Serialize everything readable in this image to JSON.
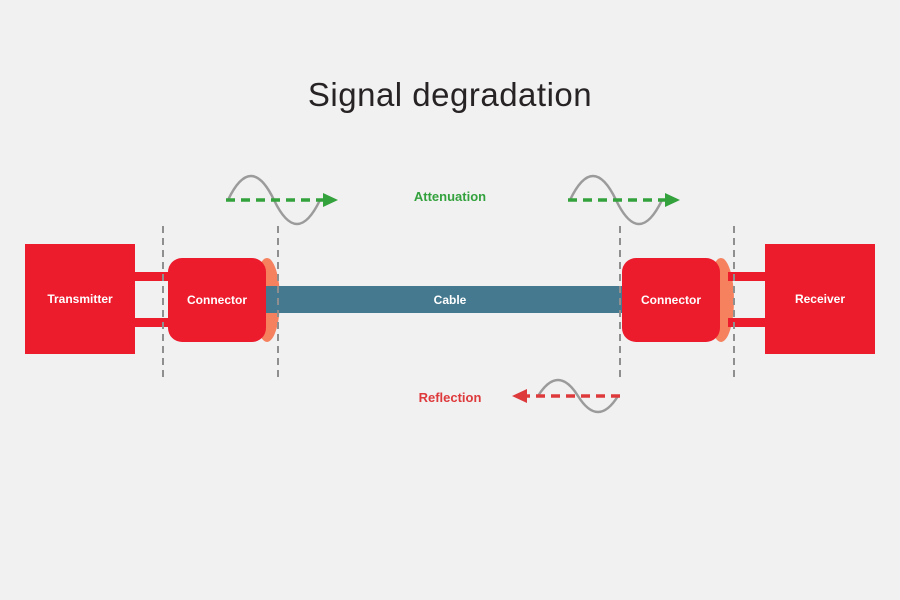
{
  "title": "Signal degradation",
  "colors": {
    "bg": "#f1f1f2",
    "title": "#272324",
    "red": "#ec1c2d",
    "salmon": "#f5815e",
    "teal": "#44798f",
    "green": "#33a23d",
    "refl": "#de3a3c",
    "wave-gray": "#9b9b9b",
    "line-gray": "#8f8f8f"
  },
  "diagram": {
    "transmitter": "Transmitter",
    "connector_left": "Connector",
    "cable": "Cable",
    "connector_right": "Connector",
    "receiver": "Receiver",
    "attenuation": "Attenuation",
    "reflection": "Reflection"
  }
}
